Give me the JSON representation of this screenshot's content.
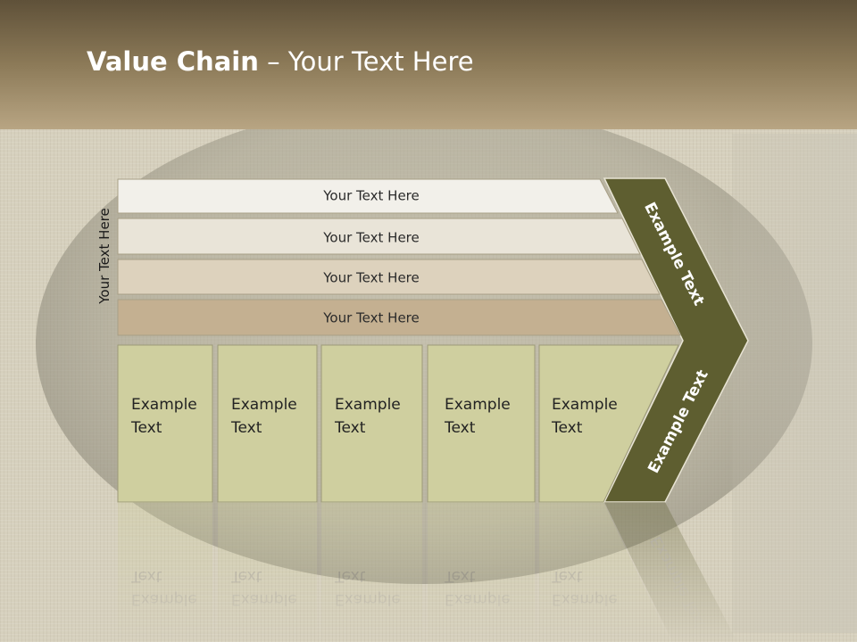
{
  "slide": {
    "title_bold": "Value Chain",
    "title_rest": " – Your Text Here",
    "side_label": "Your Text Here"
  },
  "rows": [
    {
      "label": "Your Text Here",
      "color": "#f2f0ea"
    },
    {
      "label": "Your Text Here",
      "color": "#e9e4d8"
    },
    {
      "label": "Your Text Here",
      "color": "#ddd2bd"
    },
    {
      "label": "Your Text Here",
      "color": "#c4b091"
    }
  ],
  "chevron": {
    "top_label": "Example Text",
    "bottom_label": "Example Text",
    "color": "#5e5e30"
  },
  "boxes": [
    {
      "line1": "Example",
      "line2": "Text"
    },
    {
      "line1": "Example",
      "line2": "Text"
    },
    {
      "line1": "Example",
      "line2": "Text"
    },
    {
      "line1": "Example",
      "line2": "Text"
    },
    {
      "line1": "Example",
      "line2": "Text"
    }
  ],
  "box_color": "#cfcf9f"
}
